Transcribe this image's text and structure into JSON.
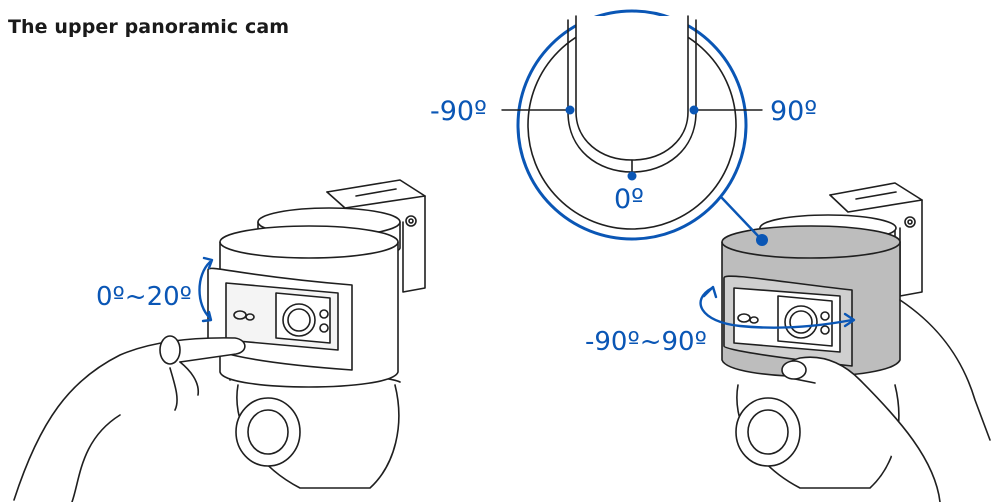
{
  "title": "The upper panoramic cam",
  "colors": {
    "accent": "#0a56b5",
    "line": "#1f1f1f",
    "shade": "#bdbdbd"
  },
  "labels": {
    "tilt_range": "0º~20º",
    "pan_range": "-90º~90º",
    "left_limit": "-90º",
    "right_limit": "90º",
    "center": "0º"
  }
}
